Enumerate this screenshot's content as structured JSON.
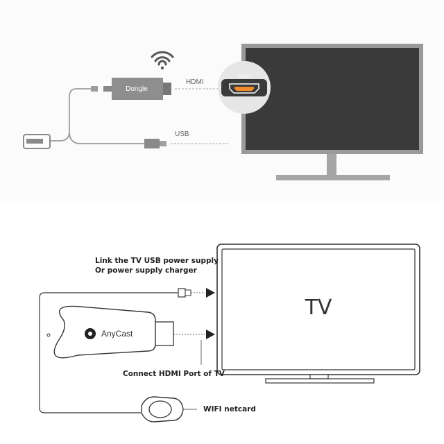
{
  "top_diagram": {
    "dongle_label": "Dongle",
    "hdmi_label": "HDMI",
    "usb_label": "USB",
    "port_badge_label": "HDMI",
    "colors": {
      "tv_screen": "#3a3a3a",
      "tv_frame": "#9a9a9a",
      "dongle_body": "#8e8e8e",
      "cable": "#9c9c9c"
    }
  },
  "bottom_diagram": {
    "usb_power_line1": "Link the TV USB power supply",
    "usb_power_line2": "Or power supply charger",
    "tv_label": "TV",
    "anycast_label": "AnyCast",
    "hdmi_port_label": "Connect HDMI Port of TV",
    "wifi_label": "WIFI netcard"
  }
}
